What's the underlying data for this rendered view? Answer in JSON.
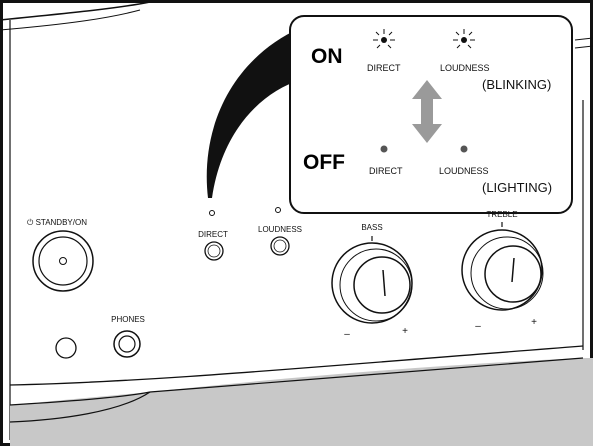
{
  "panel": {
    "standby_label": "STANDBY/ON",
    "power_symbol": "⏻",
    "direct_label": "DIRECT",
    "loudness_label": "LOUDNESS",
    "bass_label": "BASS",
    "treble_label": "TREBLE",
    "phones_label": "PHONES",
    "minus_sign": "–",
    "plus_sign": "+"
  },
  "callout": {
    "on": {
      "title": "ON",
      "direct": "DIRECT",
      "loudness": "LOUDNESS",
      "note": "(BLINKING)"
    },
    "off": {
      "title": "OFF",
      "direct": "DIRECT",
      "loudness": "LOUDNESS",
      "note": "(LIGHTING)"
    }
  },
  "colors": {
    "outline": "#111111",
    "arrow": "#9a9a9a",
    "shelf": "#c8c8c8"
  },
  "icons": [
    "blinking-led-icon",
    "lit-led-icon",
    "double-arrow-icon",
    "power-icon"
  ]
}
